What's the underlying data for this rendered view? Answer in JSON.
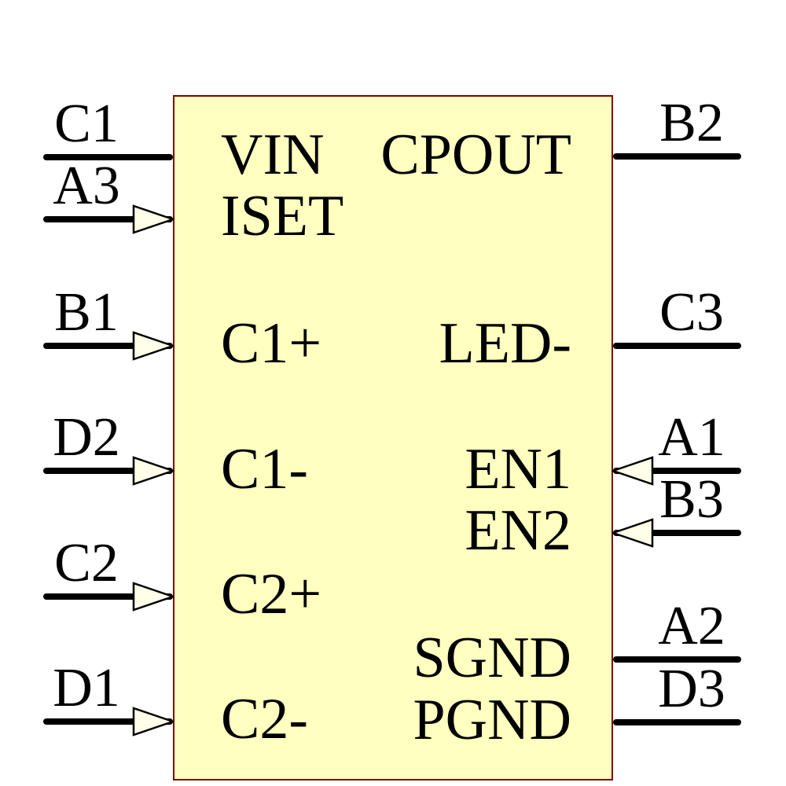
{
  "diagram": {
    "kind": "ic-schematic-symbol",
    "colors": {
      "body_fill": "#FFFFC0",
      "body_border": "#7F0000",
      "pin_line": "#000000",
      "arrow_fill": "#FFFEE8",
      "text": "#000000",
      "background": "#FFFFFF"
    }
  },
  "pins": {
    "left": [
      {
        "pad": "C1",
        "signal": "VIN",
        "arrow": "none"
      },
      {
        "pad": "A3",
        "signal": "ISET",
        "arrow": "input"
      },
      {
        "pad": "B1",
        "signal": "C1+",
        "arrow": "input"
      },
      {
        "pad": "D2",
        "signal": "C1-",
        "arrow": "input"
      },
      {
        "pad": "C2",
        "signal": "C2+",
        "arrow": "input"
      },
      {
        "pad": "D1",
        "signal": "C2-",
        "arrow": "input"
      }
    ],
    "right": [
      {
        "pad": "B2",
        "signal": "CPOUT",
        "arrow": "none"
      },
      {
        "pad": "C3",
        "signal": "LED-",
        "arrow": "none"
      },
      {
        "pad": "A1",
        "signal": "EN1",
        "arrow": "input"
      },
      {
        "pad": "B3",
        "signal": "EN2",
        "arrow": "input"
      },
      {
        "pad": "A2",
        "signal": "SGND",
        "arrow": "none"
      },
      {
        "pad": "D3",
        "signal": "PGND",
        "arrow": "none"
      }
    ]
  }
}
